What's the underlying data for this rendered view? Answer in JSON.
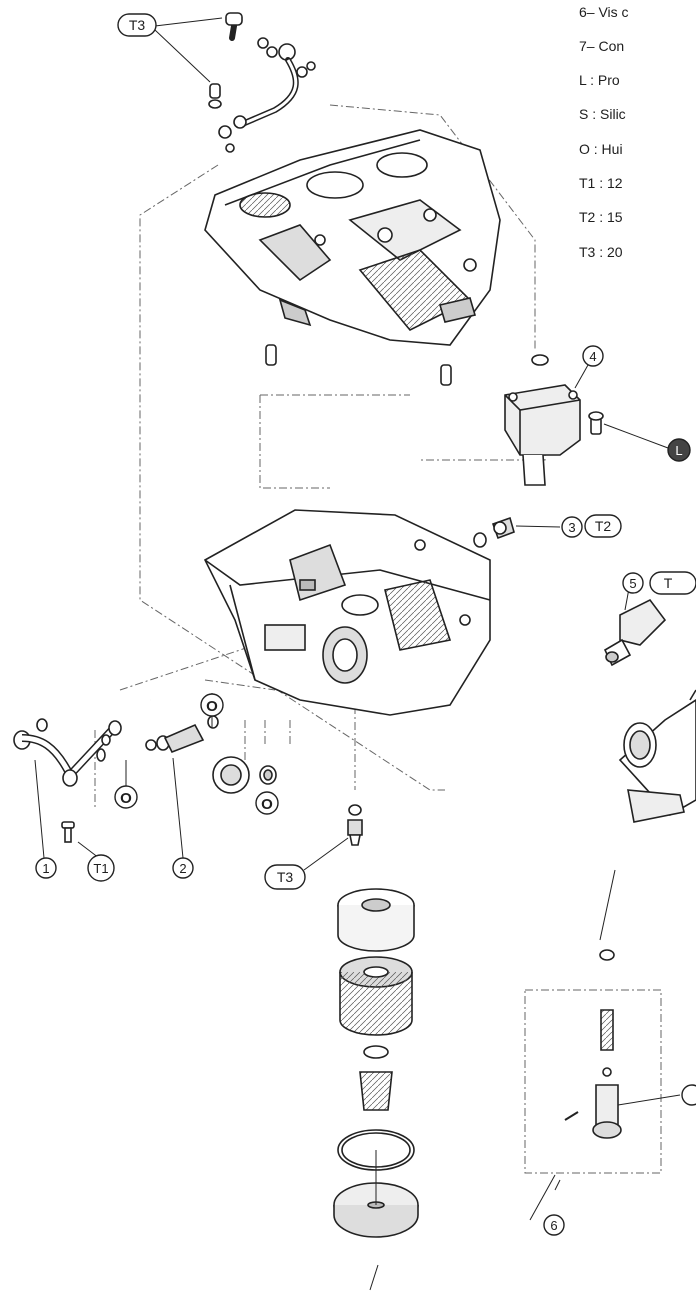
{
  "legend": [
    "6– Vis c",
    "7– Con",
    "L  : Pro",
    "S : Silic",
    "O : Hui",
    "T1 : 12",
    "T2 : 15",
    "T3 : 20"
  ],
  "callouts": {
    "t3_top": "T3",
    "n4": "4",
    "l": "L",
    "n3": "3",
    "t2": "T2",
    "n5": "5",
    "t_partial": "T",
    "o_left": "O",
    "o_mid": "O",
    "o_right": "O",
    "n1": "1",
    "t1": "T1",
    "n2": "2",
    "t3_bottom": "T3",
    "n6": "6"
  }
}
